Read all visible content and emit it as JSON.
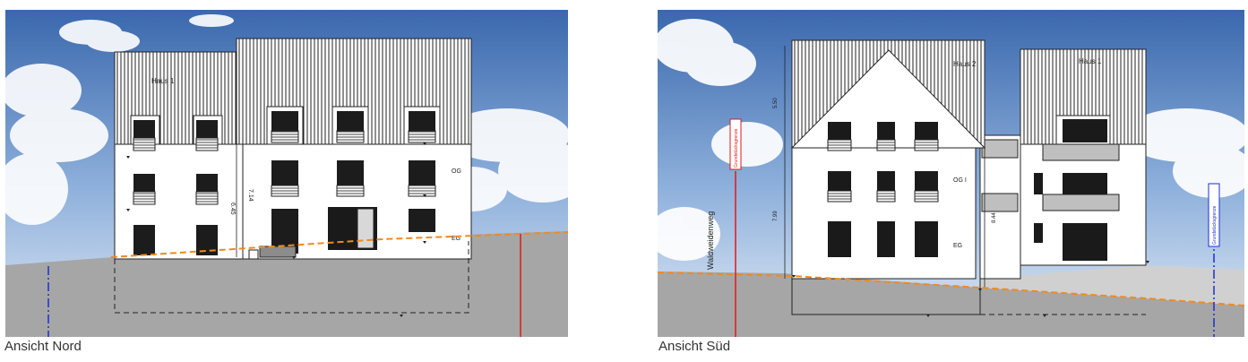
{
  "north": {
    "caption": "Ansicht Nord",
    "house_label": "Haus 1",
    "floor_og": "OG",
    "floor_eg": "EG",
    "dim_left": "6.45",
    "dim_mid": "7.14",
    "colors": {
      "sky_top": "#3f6db0",
      "ground": "#a6a6a6",
      "terrain_line": "#f08a1e",
      "boundary_red": "#e0191a",
      "boundary_blue": "#1a2fd0"
    }
  },
  "south": {
    "caption": "Ansicht Süd",
    "house2_label": "Haus 2",
    "house1_label": "Haus 1",
    "street_label": "Waldweidenweg",
    "boundary_label_left": "Grundstücksgrenze",
    "boundary_label_right": "Grundstücksgrenze",
    "floor_og": "OG I",
    "floor_eg": "EG",
    "dim_roof": "5.50",
    "dim_wall": "7.99",
    "dim_mid": "8.44",
    "colors": {
      "sky_top": "#3f6db0",
      "ground": "#a6a6a6",
      "terrain_line": "#f08a1e",
      "boundary_red": "#e0191a",
      "boundary_blue": "#1a2fd0"
    }
  }
}
